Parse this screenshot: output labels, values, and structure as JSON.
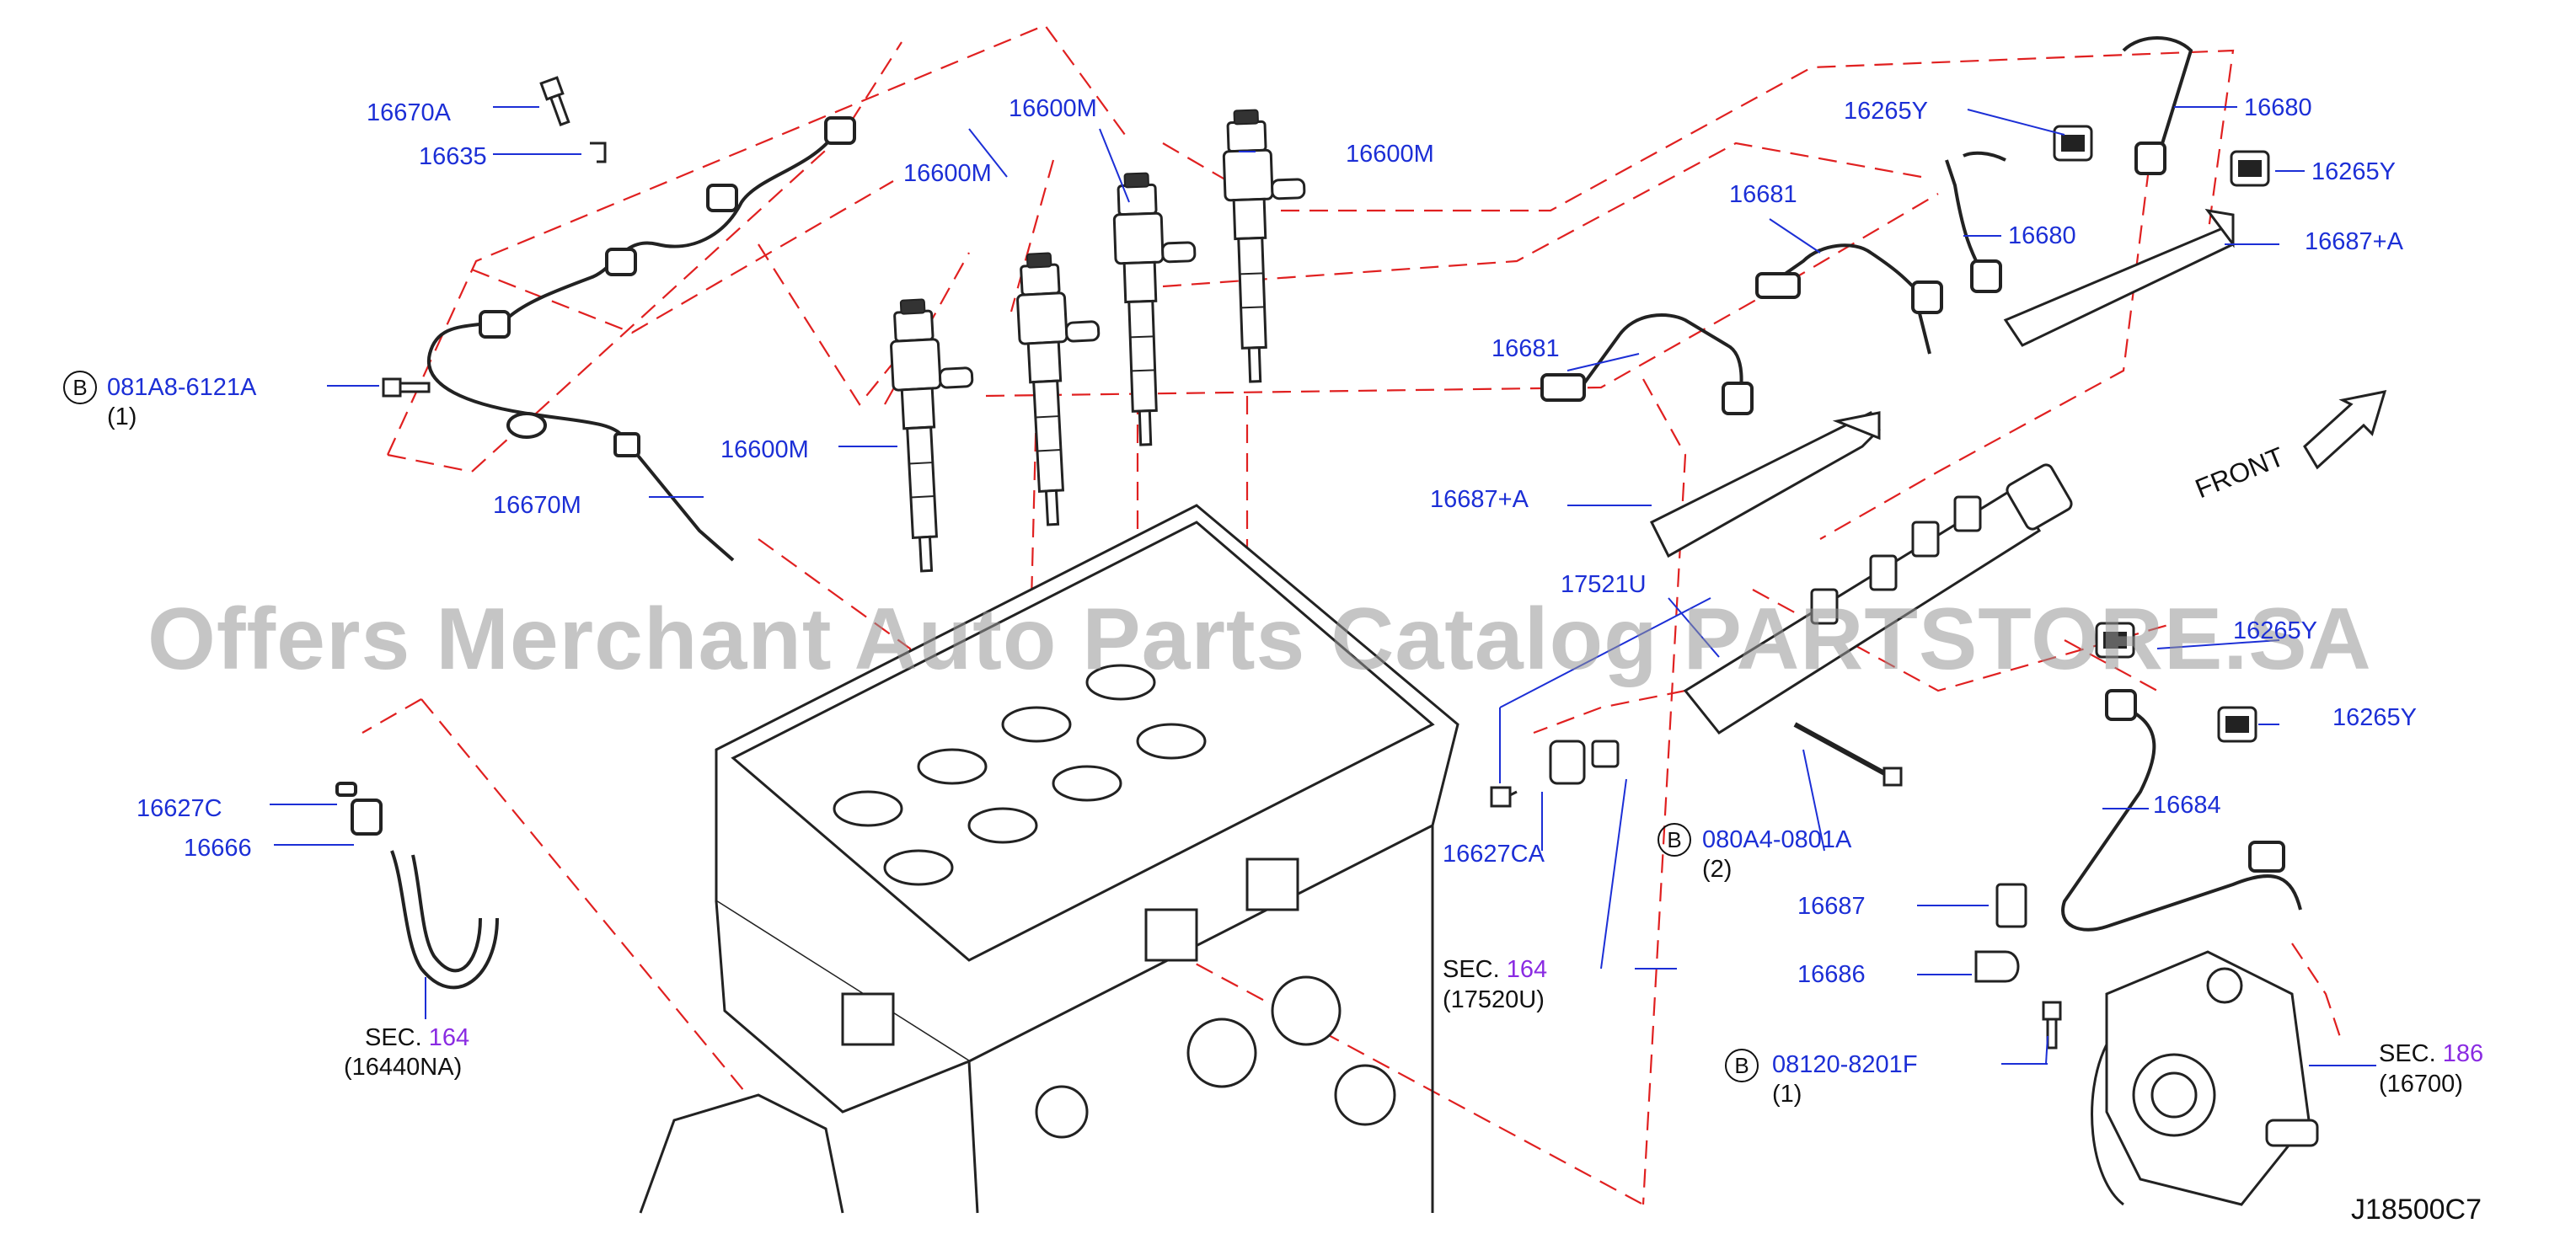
{
  "watermark": "Offers Merchant Auto Parts Catalog PARTSTORE.SA",
  "diagram_code": "J18500C7",
  "front_label": "FRONT",
  "colors": {
    "part_number": "#1c2fd6",
    "section_ref": "#8a2be2",
    "dash_line": "#e02020",
    "drawing": "#222222"
  },
  "bolt_symbol": "B",
  "labels": {
    "p16670A": "16670A",
    "p16635": "16635",
    "p081A8": "081A8-6121A",
    "p081A8_qty": "(1)",
    "p16670M": "16670M",
    "p16600M_a": "16600M",
    "p16600M_b": "16600M",
    "p16600M_c": "16600M",
    "p16600M_d": "16600M",
    "p16627C": "16627C",
    "p16666": "16666",
    "sec164_a_text": "SEC.",
    "sec164_a_num": "164",
    "sec164_a_sub": "(16440NA)",
    "p16265Y_a": "16265Y",
    "p16680_a": "16680",
    "p16265Y_b": "16265Y",
    "p16681_a": "16681",
    "p16680_b": "16680",
    "p16687A_a": "16687+A",
    "p16681_b": "16681",
    "p16687A_b": "16687+A",
    "p17521U": "17521U",
    "p16265Y_c": "16265Y",
    "p16265Y_d": "16265Y",
    "p16684": "16684",
    "p16627CA": "16627CA",
    "p080A4": "080A4-0801A",
    "p080A4_qty": "(2)",
    "sec164_b_text": "SEC.",
    "sec164_b_num": "164",
    "sec164_b_sub": "(17520U)",
    "p16687": "16687",
    "p16686": "16686",
    "p08120": "08120-8201F",
    "p08120_qty": "(1)",
    "sec186_text": "SEC.",
    "sec186_num": "186",
    "sec186_sub": "(16700)"
  }
}
